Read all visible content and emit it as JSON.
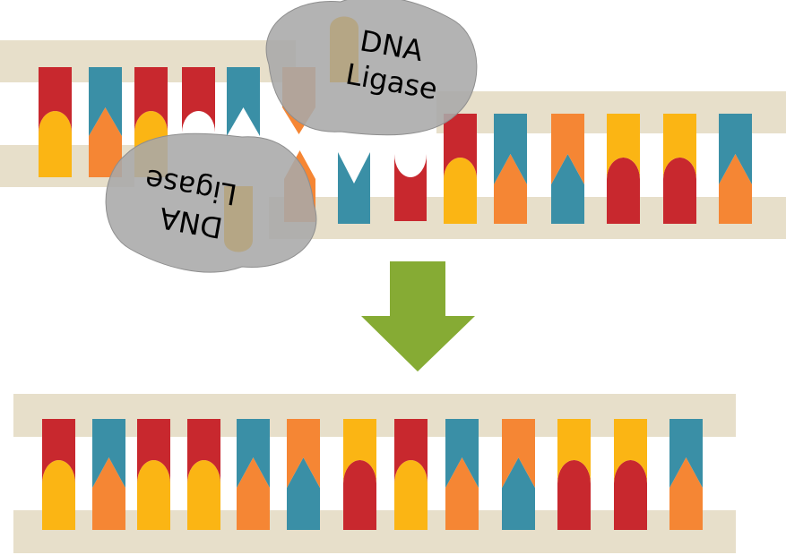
{
  "colors": {
    "backbone": "#e7dfca",
    "red": "#c8282e",
    "blue": "#3a8fa6",
    "orange": "#f58634",
    "yellow": "#fbb514",
    "enzyme": "#a9a9a9",
    "enzyme_pocket": "#b5a37c",
    "arrow": "#86ab34",
    "background": "#ffffff"
  },
  "pair_key": {
    "red": "yellow",
    "yellow": "red",
    "blue": "orange",
    "orange": "blue"
  },
  "top_strand_sequence": [
    "red",
    "blue",
    "red",
    "red",
    "blue",
    "orange",
    "yellow",
    "red",
    "blue",
    "orange",
    "yellow",
    "yellow",
    "blue"
  ],
  "bottom_strand_sequence": [
    "yellow",
    "orange",
    "yellow",
    "yellow",
    "orange",
    "blue",
    "red",
    "yellow",
    "orange",
    "blue",
    "red",
    "red",
    "orange"
  ],
  "enzymes": [
    {
      "label_line1": "DNA",
      "label_line2": "Ligase",
      "orientation": "upright"
    },
    {
      "label_line1": "DNA",
      "label_line2": "Ligase",
      "orientation": "upside-down"
    }
  ],
  "arrow_icon": "down-arrow",
  "panels": [
    "before-ligation",
    "after-ligation"
  ]
}
